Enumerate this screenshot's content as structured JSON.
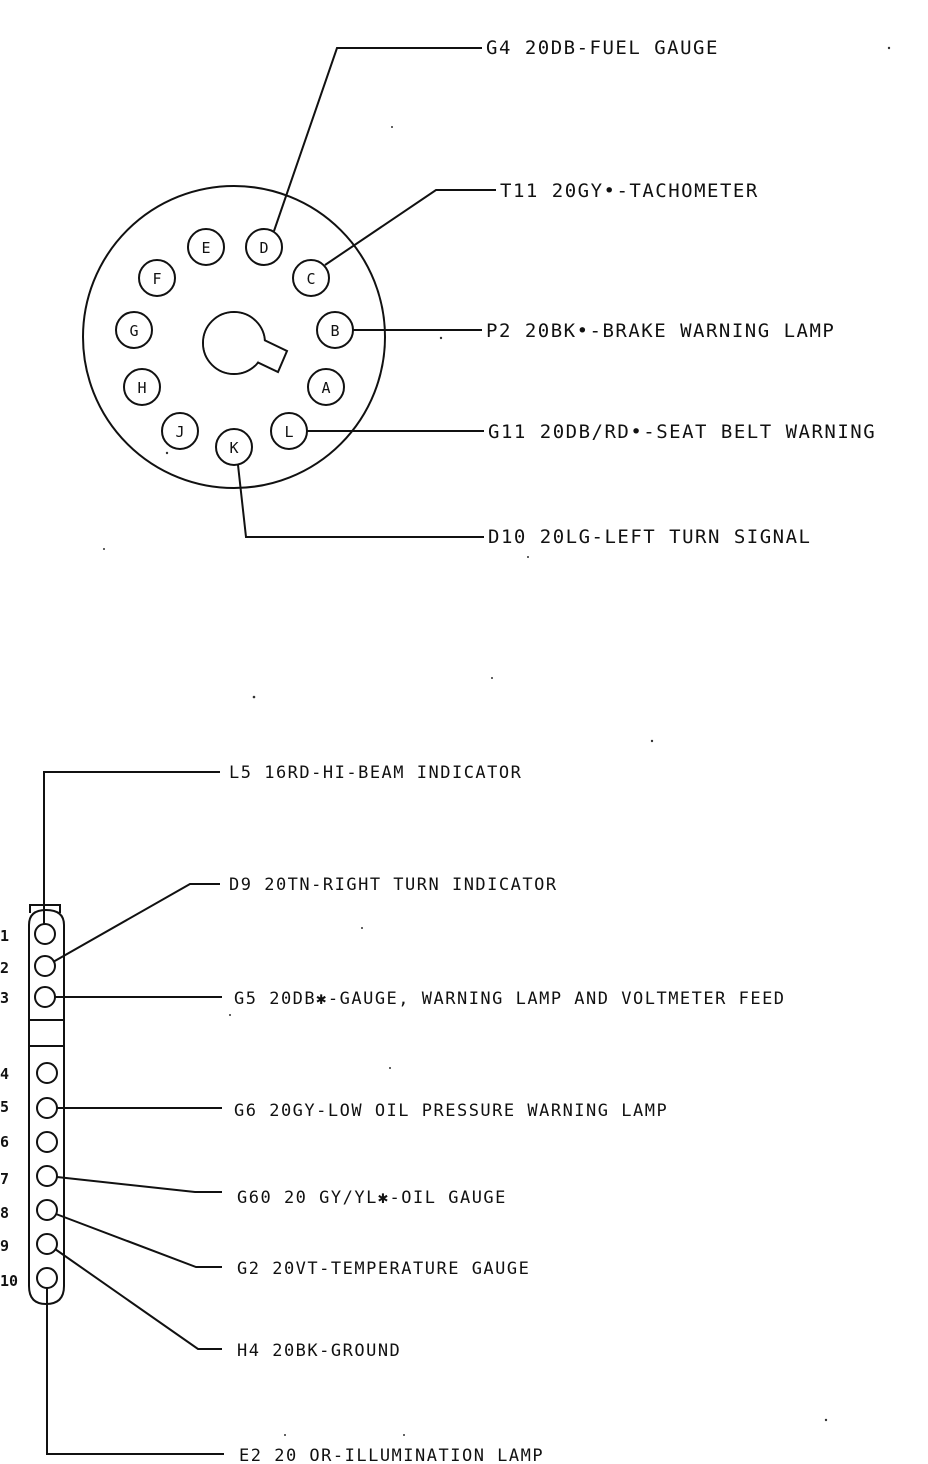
{
  "round_connector": {
    "pins": [
      "A",
      "B",
      "C",
      "D",
      "E",
      "F",
      "G",
      "H",
      "J",
      "K",
      "L"
    ],
    "wires": [
      {
        "label": "G4 20DB-FUEL GAUGE"
      },
      {
        "label": "T11 20GY•-TACHOMETER"
      },
      {
        "label": "P2 20BK•-BRAKE WARNING LAMP"
      },
      {
        "label": "G11 20DB/RD•-SEAT BELT WARNING"
      },
      {
        "label": "D10 20LG-LEFT TURN SIGNAL"
      }
    ]
  },
  "strip_connector": {
    "pin_numbers": [
      "1",
      "2",
      "3",
      "4",
      "5",
      "6",
      "7",
      "8",
      "9",
      "10"
    ],
    "wires": [
      {
        "label": "L5 16RD-HI-BEAM INDICATOR"
      },
      {
        "label": "D9 20TN-RIGHT TURN INDICATOR"
      },
      {
        "label": "G5 20DB✱-GAUGE, WARNING LAMP AND VOLTMETER FEED"
      },
      {
        "label": "G6 20GY-LOW OIL PRESSURE WARNING LAMP"
      },
      {
        "label": "G60 20 GY/YL✱-OIL GAUGE"
      },
      {
        "label": "G2 20VT-TEMPERATURE GAUGE"
      },
      {
        "label": "H4 20BK-GROUND"
      },
      {
        "label": "E2 20 OR-ILLUMINATION LAMP"
      }
    ]
  }
}
